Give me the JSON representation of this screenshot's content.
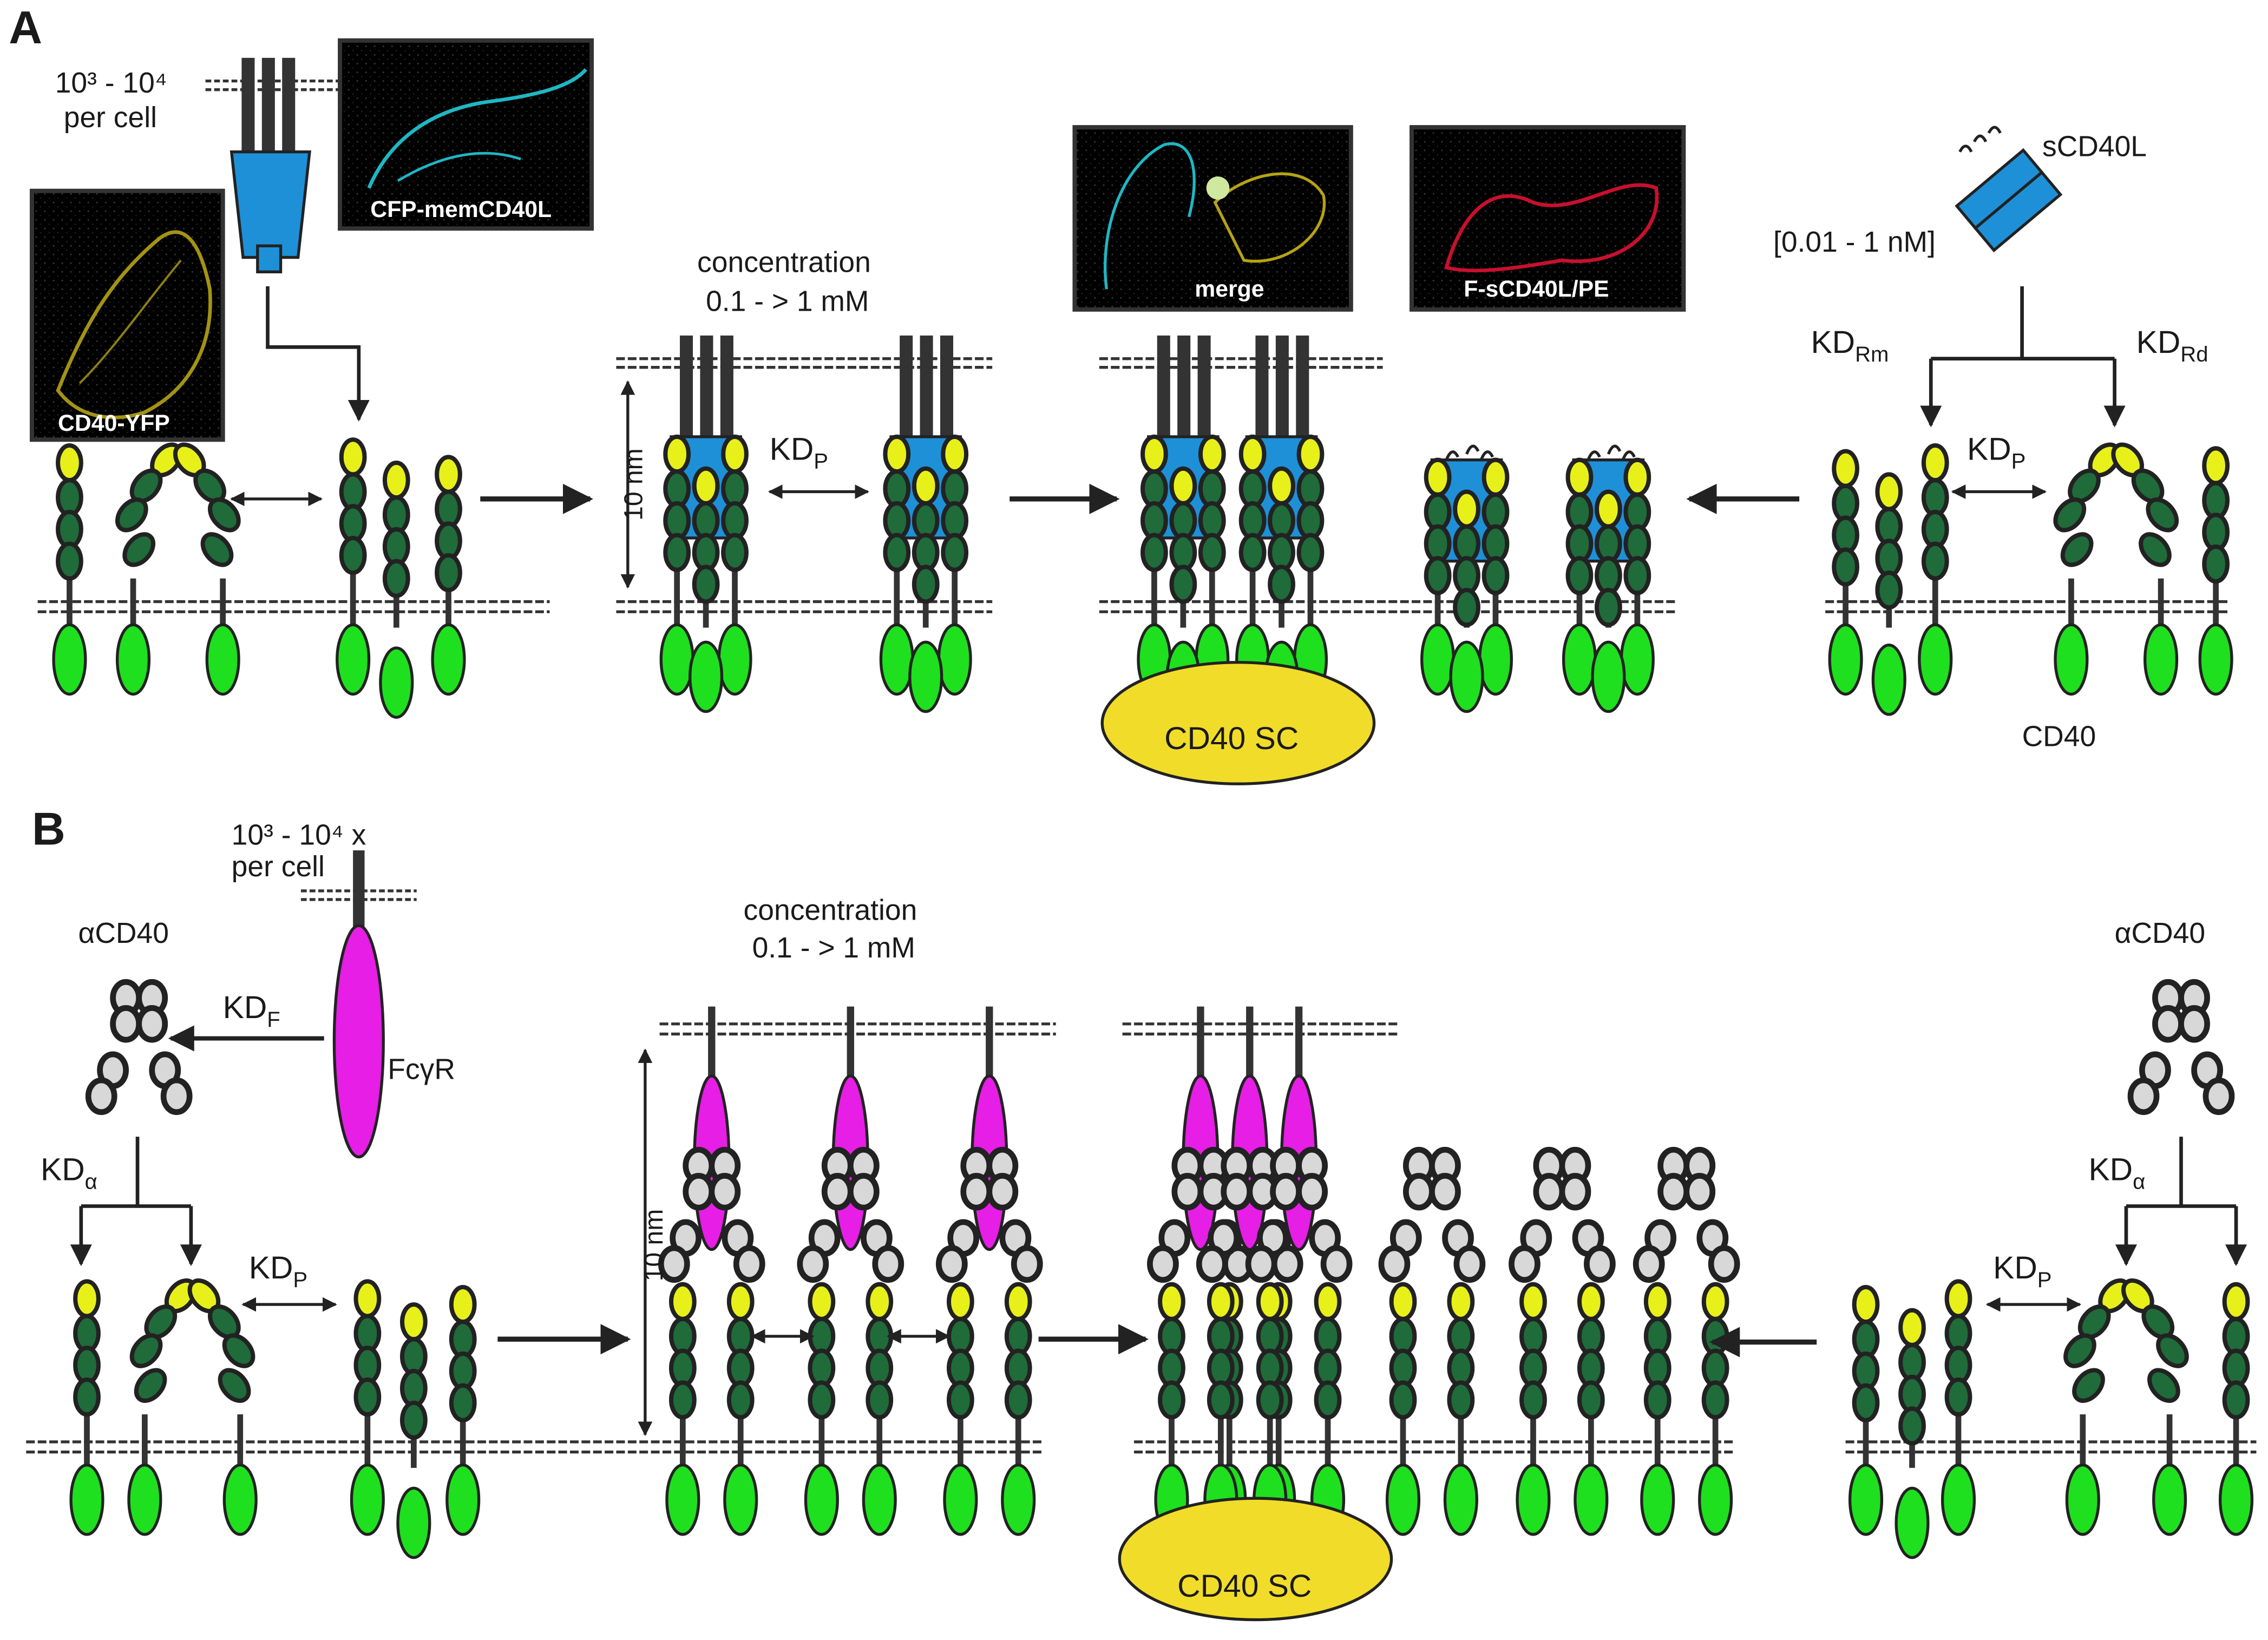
{
  "panels": {
    "a": "A",
    "b": "B"
  },
  "panel_a": {
    "count_line1": "10³ - 10⁴",
    "count_line2": "per cell",
    "concentration_line1": "concentration",
    "concentration_line2": "0.1 - > 1 mM",
    "distance": "10 nm",
    "kd_p": "KD",
    "kd_p_sub": "P",
    "kd_p2": "KD",
    "kd_p2_sub": "P",
    "kd_rm": "KD",
    "kd_rm_sub": "Rm",
    "kd_rd": "KD",
    "kd_rd_sub": "Rd",
    "range": "[0.01 - 1 nM]",
    "sligand": "sCD40L",
    "receptor": "CD40",
    "signaling_complex": "CD40 SC",
    "micrographs": [
      {
        "label": "CD40-YFP",
        "tint": "#b5a315"
      },
      {
        "label": "CFP-memCD40L",
        "tint": "#1fb7c4"
      },
      {
        "label": "merge",
        "tint": "#8a9a40"
      },
      {
        "label": "F-sCD40L/PE",
        "tint": "#c8102e"
      }
    ]
  },
  "panel_b": {
    "count_line1": "10³ - 10⁴ x",
    "count_line2": "per cell",
    "antibody_left": "αCD40",
    "antibody_right": "αCD40",
    "fc_receptor": "FcγR",
    "kd_f": "KD",
    "kd_f_sub": "F",
    "kd_alpha_left": "KD",
    "kd_alpha_left_sub": "α",
    "kd_alpha_right": "KD",
    "kd_alpha_right_sub": "α",
    "kd_p_left": "KD",
    "kd_p_left_sub": "P",
    "kd_p_right": "KD",
    "kd_p_right_sub": "P",
    "concentration_line1": "concentration",
    "concentration_line2": "0.1 - > 1 mM",
    "distance": "10 nm",
    "signaling_complex": "CD40 SC"
  },
  "colors": {
    "domain_dark": "#1f6b3a",
    "domain_tip": "#e8f01a",
    "intracellular": "#1ee01e",
    "ligand": "#1e90d8",
    "fc_receptor": "#e61ee6",
    "antibody_fill": "#d8d8d8",
    "complex": "#f2dc2a"
  }
}
